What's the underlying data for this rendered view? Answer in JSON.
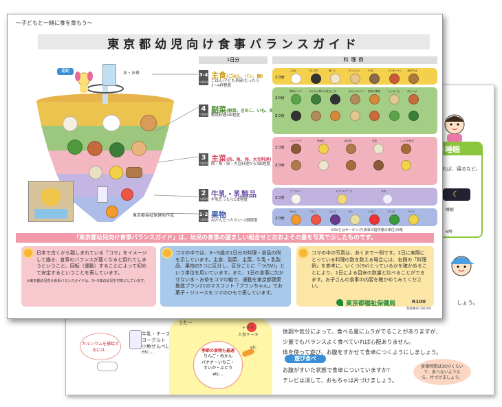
{
  "back_page": {
    "sleep_tab": "り睡眠",
    "sleep_text": "ければ、寝るなど。",
    "sleep_label": "睡眠",
    "time_label": "6時",
    "snack_label": "うたー",
    "tomato_label": "トマト",
    "carrot_label": "人参ケーキ",
    "etc_label": "etc",
    "calcium_note": "カルシウムを補給するには…",
    "dairy_list": [
      "牛乳・チーズ",
      "ヨーグルト",
      "小魚せんべい",
      "etc…"
    ],
    "seasonal_title": "季節の果物も最適",
    "seasonal_list": [
      "りんご・みかん",
      "バナナ・いちご・",
      "すいか・ぶどう",
      "etc…"
    ],
    "lines": [
      "体調や気分によって、食べる量にムラがでることがありますが、",
      "少量でもバランスよく食べていれば心配ありません。",
      "体を使って遊び、お腹をすかせて食卓につくようにしましょう。"
    ],
    "play_tab": "遊び食べ",
    "play_lines": [
      "お腹がすいた状態で食卓についていますか？",
      "テレビは消して、おもちゃは片づけましょう。"
    ],
    "bubble_text": "食事時間は30分くらいで、食べないようなら、片づけましょう。",
    "right_line": "しょう。"
  },
  "header": {
    "subtitle": "〜子どもと一緒に食を育もう〜",
    "title": "東京都幼児向け食事バランスガイド"
  },
  "columns": {
    "day": "1日分",
    "examples": "料理例"
  },
  "mascot_tag": "運動",
  "water_label": "水・お茶",
  "groups": [
    {
      "serving": "3-4",
      "unit": "つ(SV)",
      "name": "主食",
      "sub": "(ごはん、パン、麺)",
      "desc1": "ごはん(子ども茶碗)だったら",
      "desc2": "3〜4杯程度",
      "color": "#f5d35a",
      "text_color": "#c8970a"
    },
    {
      "serving": "4",
      "unit": "つ(SV)",
      "name": "副菜",
      "sub": "(野菜、きのこ、いも、海藻料理)",
      "desc1": "野菜料理4皿程度",
      "desc2": "",
      "color": "#9cc77f",
      "text_color": "#4d8b2f"
    },
    {
      "serving": "3",
      "unit": "つ(SV)",
      "name": "主菜",
      "sub": "(肉、魚、卵、大豆料理)",
      "desc1": "肉・魚・卵・大豆料理から3皿程度",
      "desc2": "",
      "color": "#f0a9b4",
      "text_color": "#d2455e"
    },
    {
      "serving": "2",
      "unit": "つ(SV)",
      "name": "牛乳・乳製品",
      "sub": "",
      "desc1": "牛乳だったら1本程度",
      "desc2": "",
      "color": "#b9acd9",
      "text_color": "#6a4fa6"
    },
    {
      "serving": "1-2",
      "unit": "つ(SV)",
      "name": "果物",
      "sub": "",
      "desc1": "みかんだったら1〜2個程度",
      "desc2": "",
      "color": "#a5b6e0",
      "text_color": "#3e5aa8"
    }
  ],
  "example_tags": {
    "g1": [
      "ごはん",
      "おにぎり",
      "食パン",
      "ロールパン",
      "そば",
      "スパゲッティ",
      "焼きそば"
    ],
    "g2": [
      "野菜サラダ",
      "ほうれん草のお浸し",
      "ひじき",
      "きのこのソテー",
      "野菜の煮物",
      "じゃがいも",
      "肉じゃが"
    ],
    "g3": [
      "ハンバーグ",
      "卵焼き",
      "焼き魚",
      "豆腐",
      "しょうが焼き"
    ],
    "g4": [
      "ヨーグルト",
      "スライスチーズ",
      "牛乳"
    ],
    "g5": [
      "みかん",
      "りんご",
      "ぶどう",
      "なし",
      "いちご",
      "すいか",
      "バナナ"
    ]
  },
  "serving_marks": [
    "1つ分",
    "2つ分"
  ],
  "sv_note": "※SVとはサービング(食事の提供量の単位)の略",
  "author": "東京都福祉保健局作成",
  "banner": "「東京都幼児向け食事バランスガイド」は、幼児の食事の望ましい組合せとおおよその量を写真で示したものです。",
  "box1": "日本で古くから親しまれている「コマ」をイメージして描き、食事のバランスが悪くなると倒れてしまうということ、回転（運動）することによって初めて安定するということを表しています。",
  "box1_note": "※東京都幼児向け食事バランスガイドは、3〜5歳の幼児を対象にしています。",
  "box2": "コマの中では、3〜5歳の1日分の料理・食品の例を示しています。主食、副菜、主菜、牛乳・乳製品、果物の5つに区分し、区分ごとに「つ(SV)」という単位を用いています。また、1日の食事に欠かせない水・お茶をコマの軸で、運動を東京都健康推進プラン21のマスコット「プランちゃん」でお菓子・ジュースをコマのひもで表しています。",
  "box3": "コマの中の写真は、あくまで一例です。1日に実際にとっている料理の数を数える場合には、右側の「料理例」を参考に、いくつ(SV)とっているかを確かめることにより、1日による目安の数量と比べることができます。お子さんの食事の内容を確かめてみてください。",
  "footer_org": "東京都福祉保健局",
  "footer_code": "登録番号(18)288",
  "footer_logo": "R100"
}
